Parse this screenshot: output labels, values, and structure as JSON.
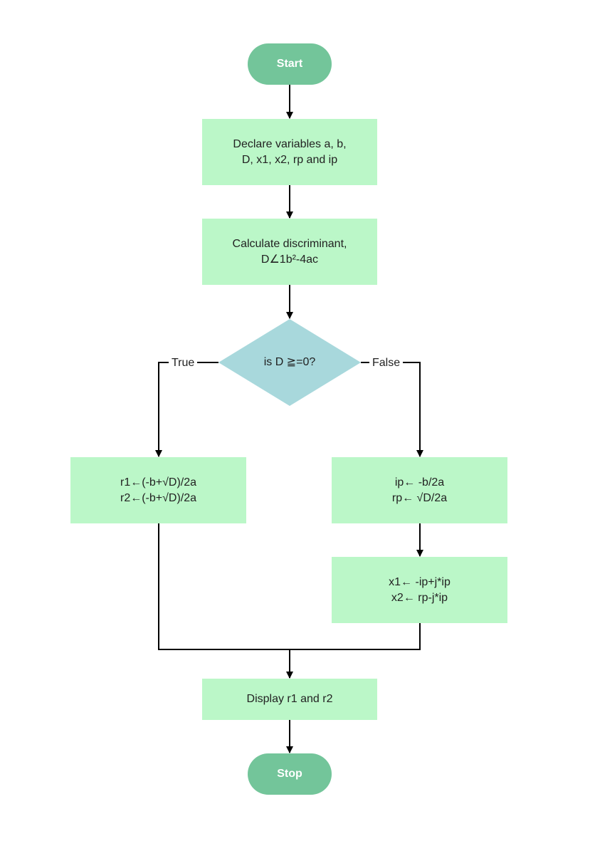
{
  "colors": {
    "terminal": "#73c59a",
    "process": "#bbf7c8",
    "decision": "#a8d8dc",
    "connector": "#000000"
  },
  "nodes": {
    "start": "Start",
    "declare": "Declare variables a, b,\nD, x1, x2, rp and ip",
    "calculate": "Calculate discriminant,\nD∠1b²-4ac",
    "decision": "is D ≧=0?",
    "true_branch": "r1←(-b+√D)/2a\nr2←(-b+√D)/2a",
    "false_branch_1": "ip← -b/2a\nrp← √D/2a",
    "false_branch_2": "x1← -ip+j*ip\nx2← rp-j*ip",
    "display": "Display r1 and r2",
    "stop": "Stop"
  },
  "edge_labels": {
    "true": "True",
    "false": "False"
  }
}
